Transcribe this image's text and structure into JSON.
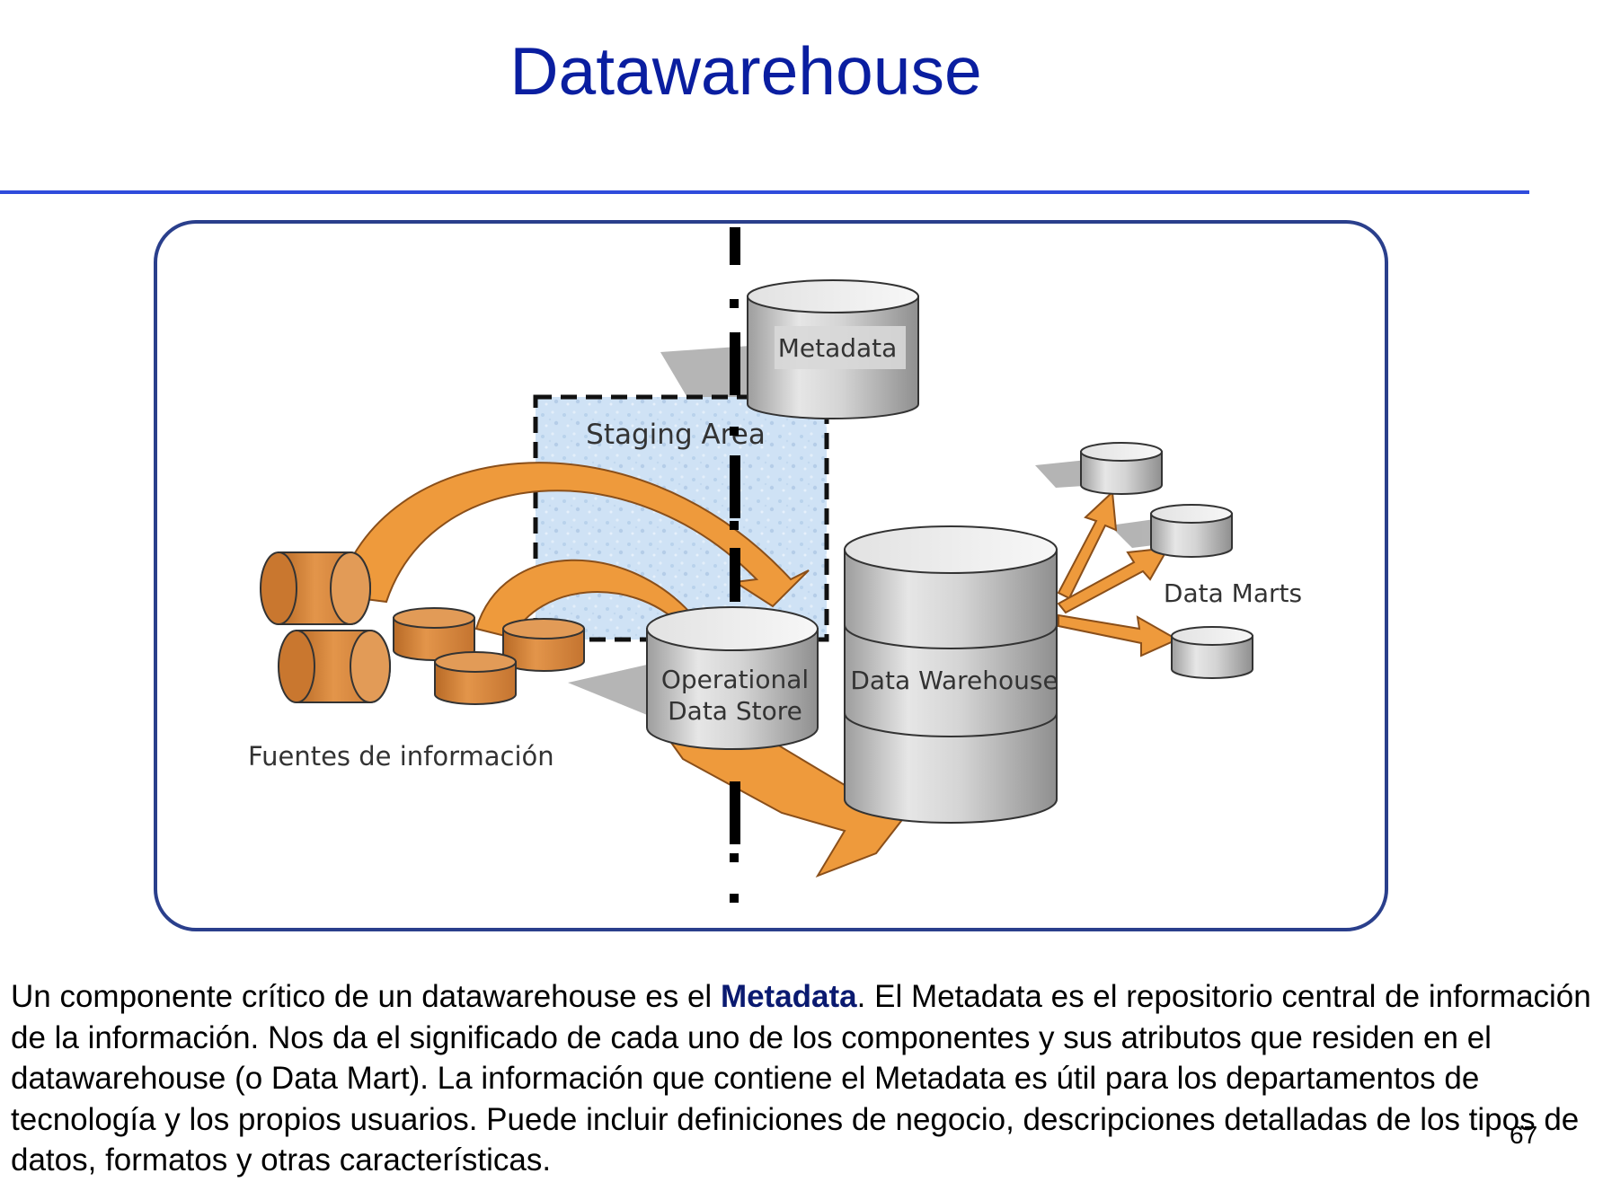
{
  "slide": {
    "title": "Datawarehouse",
    "page_number": "67"
  },
  "diagram": {
    "labels": {
      "metadata": "Metadata",
      "staging_area": "Staging Area",
      "ods_line1": "Operational",
      "ods_line2": "Data Store",
      "data_warehouse": "Data Warehouse",
      "data_marts": "Data Marts",
      "sources": "Fuentes de información"
    },
    "colors": {
      "source_orange": "#d98a3c",
      "arrow_orange": "#ee9a3c",
      "cylinder_gray": "#c9c9c9",
      "staging_blue": "#cfe2f5",
      "frame_blue": "#2a3f8c"
    }
  },
  "description": {
    "part1": "Un componente crítico de un datawarehouse  es el ",
    "bold": "Metadata",
    "part2": ". El Metadata es el repositorio central de información de la información. Nos da el significado de cada uno de los componentes y sus atributos que residen en el datawarehouse  (o Data Mart). La información que contiene el Metadata es útil para los departamentos de tecnología y los propios usuarios. Puede incluir definiciones de negocio, descripciones detalladas de los tipos de datos, formatos y otras características."
  }
}
